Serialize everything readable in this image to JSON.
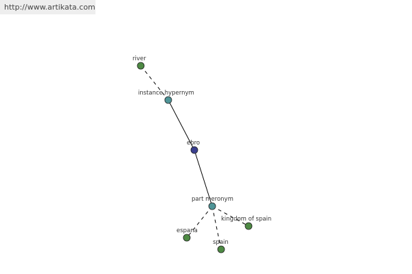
{
  "header": {
    "url": "http://www.artikata.com"
  },
  "colors": {
    "word_node": "#4e8a44",
    "relation_node": "#4f9598",
    "root_node": "#3a3f8f",
    "edge": "#000000"
  },
  "graph": {
    "nodes": [
      {
        "id": "river",
        "label": "river",
        "kind": "word"
      },
      {
        "id": "instance-hypernym",
        "label": "instance hypernym",
        "kind": "relation"
      },
      {
        "id": "ebro",
        "label": "ebro",
        "kind": "root"
      },
      {
        "id": "part-meronym",
        "label": "part meronym",
        "kind": "relation"
      },
      {
        "id": "kingdom-of-spain",
        "label": "kingdom of spain",
        "kind": "word"
      },
      {
        "id": "espana",
        "label": "espana",
        "kind": "word"
      },
      {
        "id": "spain",
        "label": "spain",
        "kind": "word"
      }
    ],
    "edges": [
      {
        "from": "river",
        "to": "instance-hypernym",
        "style": "dashed"
      },
      {
        "from": "instance-hypernym",
        "to": "ebro",
        "style": "solid"
      },
      {
        "from": "ebro",
        "to": "part-meronym",
        "style": "solid"
      },
      {
        "from": "part-meronym",
        "to": "kingdom-of-spain",
        "style": "dashed"
      },
      {
        "from": "part-meronym",
        "to": "espana",
        "style": "dashed"
      },
      {
        "from": "part-meronym",
        "to": "spain",
        "style": "dashed"
      }
    ]
  }
}
